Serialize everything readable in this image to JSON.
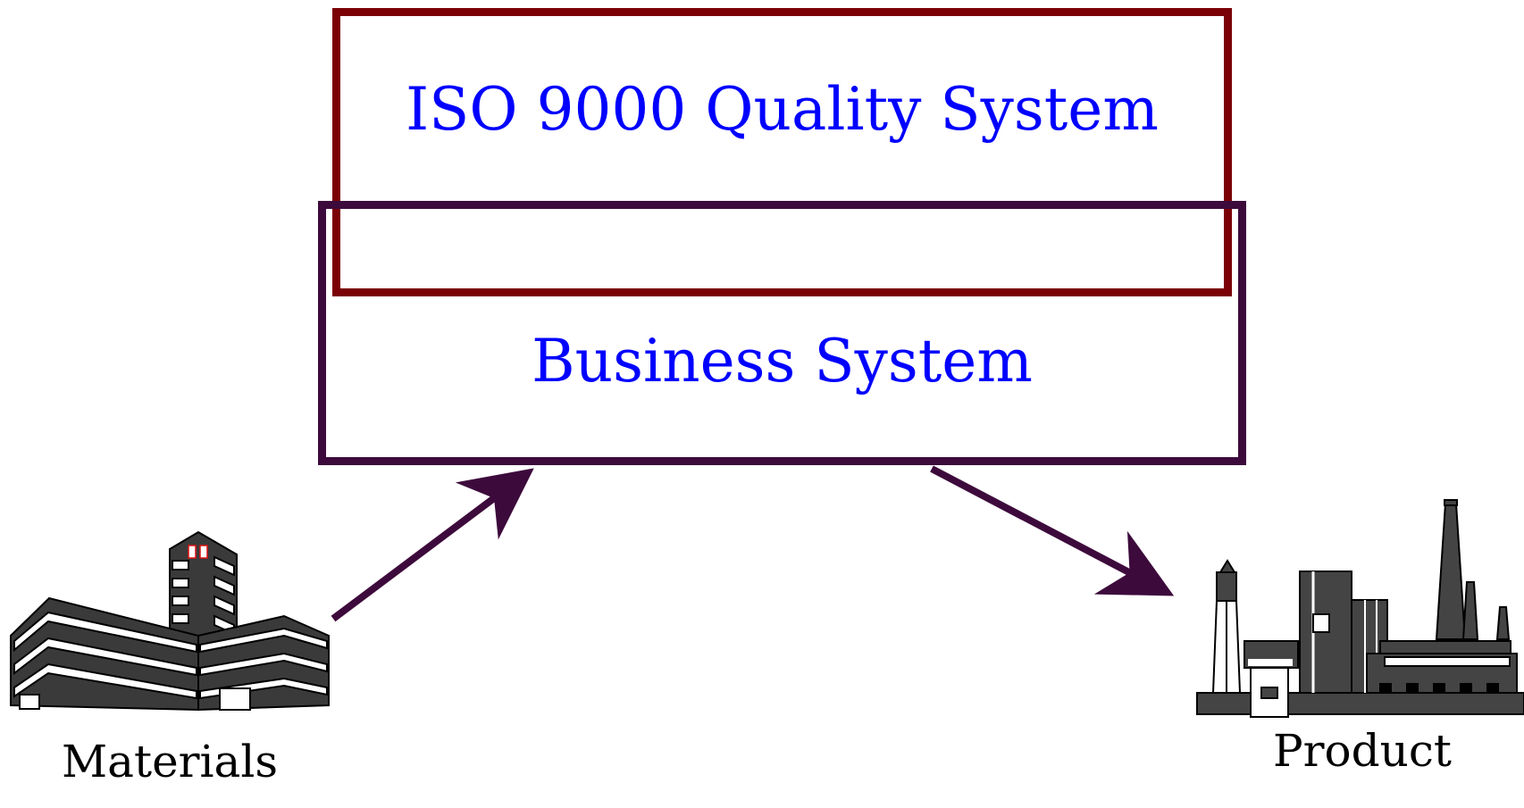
{
  "diagram": {
    "iso_box": {
      "label": "ISO 9000 Quality System",
      "border_color": "#7a0006"
    },
    "business_box": {
      "label": "Business System",
      "border_color": "#3d0a3c"
    },
    "text_color": "#0000ff",
    "arrow_color": "#3d0a3c",
    "materials": {
      "label": "Materials",
      "icon": "office-building-icon"
    },
    "product": {
      "label": "Product",
      "icon": "factory-icon"
    }
  }
}
